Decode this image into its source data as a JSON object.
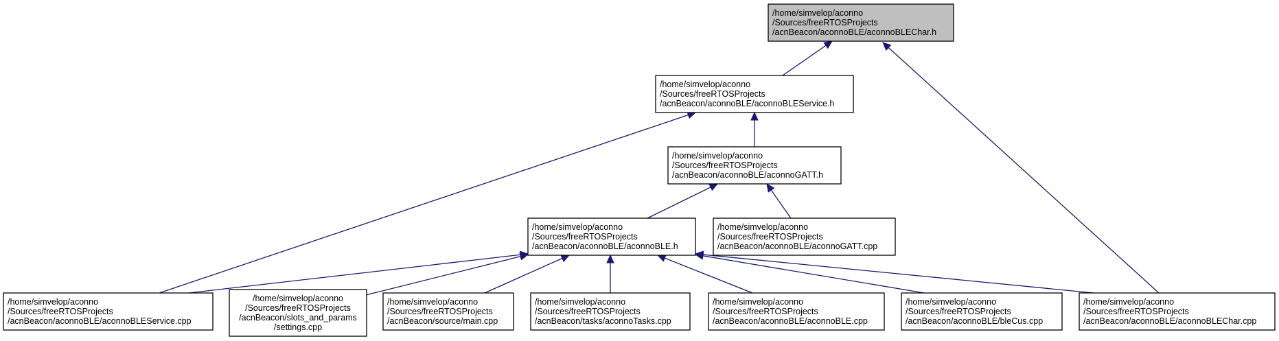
{
  "nodes": [
    {
      "id": "char_h",
      "root": true,
      "lines": [
        "/home/simvelop/aconno",
        "/Sources/freeRTOSProjects",
        "/acnBeacon/aconnoBLE/aconnoBLEChar.h"
      ]
    },
    {
      "id": "service_h",
      "root": false,
      "lines": [
        "/home/simvelop/aconno",
        "/Sources/freeRTOSProjects",
        "/acnBeacon/aconnoBLE/aconnoBLEService.h"
      ]
    },
    {
      "id": "gatt_h",
      "root": false,
      "lines": [
        "/home/simvelop/aconno",
        "/Sources/freeRTOSProjects",
        "/acnBeacon/aconnoBLE/aconnoGATT.h"
      ]
    },
    {
      "id": "ble_h",
      "root": false,
      "lines": [
        "/home/simvelop/aconno",
        "/Sources/freeRTOSProjects",
        "/acnBeacon/aconnoBLE/aconnoBLE.h"
      ]
    },
    {
      "id": "gatt_cpp",
      "root": false,
      "lines": [
        "/home/simvelop/aconno",
        "/Sources/freeRTOSProjects",
        "/acnBeacon/aconnoBLE/aconnoGATT.cpp"
      ]
    },
    {
      "id": "service_cpp",
      "root": false,
      "lines": [
        "/home/simvelop/aconno",
        "/Sources/freeRTOSProjects",
        "/acnBeacon/aconnoBLE/aconnoBLEService.cpp"
      ]
    },
    {
      "id": "settings_cpp",
      "root": false,
      "lines": [
        "/home/simvelop/aconno",
        "/Sources/freeRTOSProjects",
        "/acnBeacon/slots_and_params",
        "/settings.cpp"
      ]
    },
    {
      "id": "main_cpp",
      "root": false,
      "lines": [
        "/home/simvelop/aconno",
        "/Sources/freeRTOSProjects",
        "/acnBeacon/source/main.cpp"
      ]
    },
    {
      "id": "tasks_cpp",
      "root": false,
      "lines": [
        "/home/simvelop/aconno",
        "/Sources/freeRTOSProjects",
        "/acnBeacon/tasks/aconnoTasks.cpp"
      ]
    },
    {
      "id": "ble_cpp",
      "root": false,
      "lines": [
        "/home/simvelop/aconno",
        "/Sources/freeRTOSProjects",
        "/acnBeacon/aconnoBLE/aconnoBLE.cpp"
      ]
    },
    {
      "id": "blecus_cpp",
      "root": false,
      "lines": [
        "/home/simvelop/aconno",
        "/Sources/freeRTOSProjects",
        "/acnBeacon/aconnoBLE/bleCus.cpp"
      ]
    },
    {
      "id": "char_cpp",
      "root": false,
      "lines": [
        "/home/simvelop/aconno",
        "/Sources/freeRTOSProjects",
        "/acnBeacon/aconnoBLE/aconnoBLEChar.cpp"
      ]
    }
  ],
  "edges": [
    {
      "from": "service_h",
      "to": "char_h"
    },
    {
      "from": "char_cpp",
      "to": "char_h"
    },
    {
      "from": "gatt_h",
      "to": "service_h"
    },
    {
      "from": "service_cpp",
      "to": "service_h"
    },
    {
      "from": "ble_h",
      "to": "gatt_h"
    },
    {
      "from": "gatt_cpp",
      "to": "gatt_h"
    },
    {
      "from": "service_cpp",
      "to": "ble_h"
    },
    {
      "from": "settings_cpp",
      "to": "ble_h"
    },
    {
      "from": "main_cpp",
      "to": "ble_h"
    },
    {
      "from": "tasks_cpp",
      "to": "ble_h"
    },
    {
      "from": "ble_cpp",
      "to": "ble_h"
    },
    {
      "from": "blecus_cpp",
      "to": "ble_h"
    },
    {
      "from": "char_cpp",
      "to": "ble_h"
    }
  ],
  "colors": {
    "edge": "#191970",
    "root_fill": "#bfbfbf",
    "node_fill": "#ffffff",
    "border": "#000000"
  }
}
